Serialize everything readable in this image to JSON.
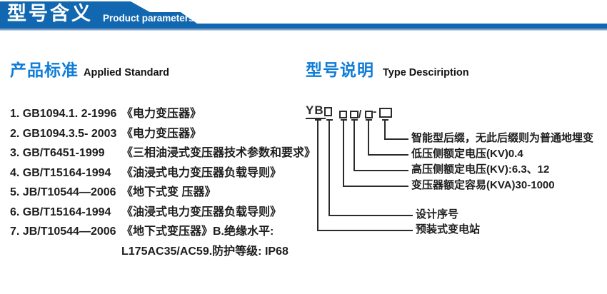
{
  "colors": {
    "banner_blue": "#1268b0",
    "banner_underline": "#7f9fc9",
    "heading_blue": "#0f7cd8",
    "text_dark": "#1d1d1d",
    "line_dark": "#2b2b2b"
  },
  "banner": {
    "title_zh": "型号含义",
    "title_en": "Product parameters"
  },
  "applied": {
    "heading_zh": "产品标准",
    "heading_en": "Applied Standard",
    "standards": [
      {
        "code": "1. GB1094.1. 2-1996",
        "title": "《电力变压器》"
      },
      {
        "code": "2. GB1094.3.5- 2003",
        "title": "《电力变压器》"
      },
      {
        "code": "3. GB/T6451-1999",
        "title": "《三相油浸式变压器技术参数和要求》"
      },
      {
        "code": "4. GB/T15164-1994",
        "title": "《油浸式电力变压器负载导则》"
      },
      {
        "code": "5. JB/T10544—2006",
        "title": "《地下式变 压器》"
      },
      {
        "code": "6. GB/T15164-1994",
        "title": "《油浸式电力变压器负载导则》"
      },
      {
        "code": "7. JB/T10544—2006",
        "title": "《地下式变压器》B.绝缘水平:",
        "continuation": "L175AC35/AC59.防护等级: IP68"
      }
    ]
  },
  "type_desc": {
    "heading_zh": "型号说明",
    "heading_en": "Type Desciription",
    "model": {
      "prefix": "YB",
      "separator_slash": "/",
      "separator_dash": "-"
    },
    "labels": {
      "smart_suffix": "智能型后缀，无此后缀则为普通地埋变",
      "lv_voltage": "低压侧额定电压(KV)0.4",
      "hv_voltage": "高压侧额定电压(KV):6.3、12",
      "capacity": "变压器额定容易(KVA)30-1000",
      "design_no": "设计序号",
      "station": "预装式变电站"
    }
  }
}
